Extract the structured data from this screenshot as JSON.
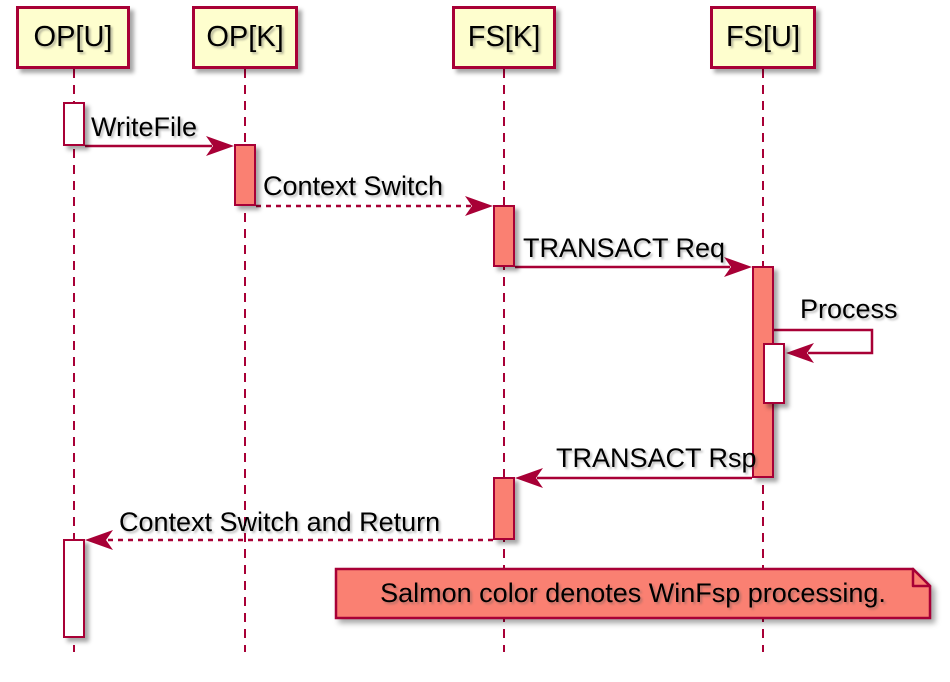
{
  "diagram": {
    "type": "sequence-diagram",
    "colors": {
      "border_and_lines": "#A80036",
      "participant_fill": "#FEFECE",
      "processing_fill": "#FA8072",
      "idle_activation_fill": "#FFFFFF",
      "text": "#000000",
      "background": "#FFFFFF"
    },
    "participants": [
      {
        "id": "op-u",
        "label": "OP[U]"
      },
      {
        "id": "op-k",
        "label": "OP[K]"
      },
      {
        "id": "fs-k",
        "label": "FS[K]"
      },
      {
        "id": "fs-u",
        "label": "FS[U]"
      }
    ],
    "messages": [
      {
        "label": "WriteFile",
        "from": "OP[U]",
        "to": "OP[K]",
        "style": "solid"
      },
      {
        "label": "Context Switch",
        "from": "OP[K]",
        "to": "FS[K]",
        "style": "dashed"
      },
      {
        "label": "TRANSACT Req",
        "from": "FS[K]",
        "to": "FS[U]",
        "style": "solid"
      },
      {
        "label": "Process",
        "from": "FS[U]",
        "to": "FS[U]",
        "style": "self"
      },
      {
        "label": "TRANSACT Rsp",
        "from": "FS[U]",
        "to": "FS[K]",
        "style": "solid"
      },
      {
        "label": "Context Switch and Return",
        "from": "FS[K]",
        "to": "OP[U]",
        "style": "dashed"
      }
    ],
    "note": {
      "text": "Salmon color denotes WinFsp processing."
    }
  }
}
